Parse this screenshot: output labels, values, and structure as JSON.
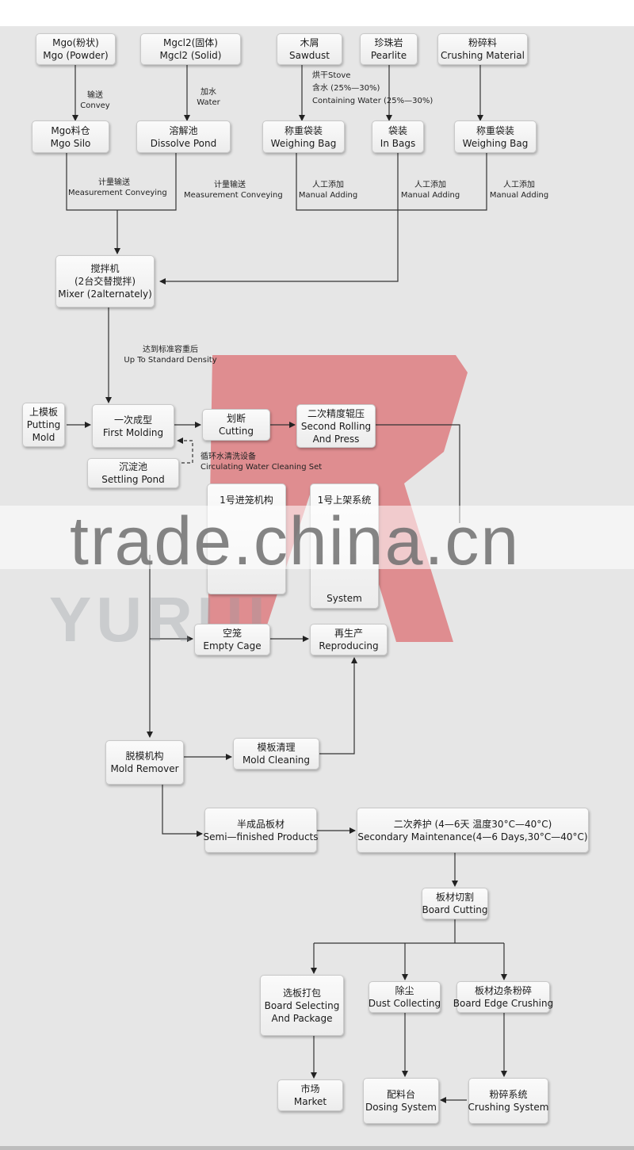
{
  "nodes": {
    "mgo_powder": {
      "cn": "Mgo(粉状)",
      "en": "Mgo  (Powder)"
    },
    "mgcl2_solid": {
      "cn": "Mgcl2(固体)",
      "en": "Mgcl2  (Solid)"
    },
    "sawdust": {
      "cn": "木屑",
      "en": "Sawdust"
    },
    "pearlite": {
      "cn": "珍珠岩",
      "en": "Pearlite"
    },
    "crushing_material": {
      "cn": "粉碎料",
      "en": "Crushing Material"
    },
    "mgo_silo": {
      "cn": "Mgo料仓",
      "en": "Mgo  Silo"
    },
    "dissolve_pond": {
      "cn": "溶解池",
      "en": "Dissolve  Pond"
    },
    "weighing_bag_1": {
      "cn": "称重袋装",
      "en": "Weighing  Bag"
    },
    "in_bags": {
      "cn": "袋装",
      "en": "In  Bags"
    },
    "weighing_bag_2": {
      "cn": "称重袋装",
      "en": "Weighing  Bag"
    },
    "mixer": {
      "cn": "搅拌机",
      "cn2": "(2台交替搅拌)",
      "en": "Mixer  (2alternately)"
    },
    "putting_mold": {
      "cn": "上模板",
      "en": "Putting",
      "en2": "Mold"
    },
    "first_molding": {
      "cn": "一次成型",
      "en": "First  Molding"
    },
    "cutting": {
      "cn": "划断",
      "en": "Cutting"
    },
    "second_rolling": {
      "cn": "二次精度辊压",
      "en": "Second  Rolling",
      "en2": "And  Press"
    },
    "settling_pond": {
      "cn": "沉淀池",
      "en": "Settling  Pond"
    },
    "cage_entry": {
      "cn": "1号进笼机构"
    },
    "rack_system": {
      "cn": "1号上架系统",
      "en": "System"
    },
    "empty_cage": {
      "cn": "空笼",
      "en": "Empty  Cage"
    },
    "reproducing": {
      "cn": "再生产",
      "en": "Reproducing"
    },
    "mold_remover": {
      "cn": "脱模机构",
      "en": "Mold  Remover"
    },
    "mold_cleaning": {
      "cn": "模板清理",
      "en": "Mold  Cleaning"
    },
    "semi_finished": {
      "cn": "半成品板材",
      "en": "Semi—finished  Products"
    },
    "secondary_maintenance": {
      "cn": "二次养护 (4—6天  温度30°C—40°C)",
      "en": "Secondary  Maintenance(4—6  Days,30°C—40°C)"
    },
    "board_cutting": {
      "cn": "板材切割",
      "en": "Board  Cutting"
    },
    "board_selecting": {
      "cn": "选板打包",
      "en": "Board  Selecting",
      "en2": "And  Package"
    },
    "dust_collecting": {
      "cn": "除尘",
      "en": "Dust  Collecting"
    },
    "edge_crushing": {
      "cn": "板材边条粉碎",
      "en": "Board  Edge  Crushing"
    },
    "market": {
      "cn": "市场",
      "en": "Market"
    },
    "dosing_system": {
      "cn": "配料台",
      "en": "Dosing  System"
    },
    "crushing_system": {
      "cn": "粉碎系统",
      "en": "Crushing  System"
    }
  },
  "labels": {
    "convey": {
      "cn": "输送",
      "en": "Convey"
    },
    "water": {
      "cn": "加水",
      "en": "Water"
    },
    "stove": {
      "cn": "烘干Stove",
      "cn2": "含水 (25%—30%)",
      "en": "Containing  Water  (25%—30%)"
    },
    "measure_1": {
      "cn": "计量输送",
      "en": "Measurement  Conveying"
    },
    "measure_2": {
      "cn": "计量输送",
      "en": "Measurement  Conveying"
    },
    "manual_1": {
      "cn": "人工添加",
      "en": "Manual  Adding"
    },
    "manual_2": {
      "cn": "人工添加",
      "en": "Manual  Adding"
    },
    "manual_3": {
      "cn": "人工添加",
      "en": "Manual  Adding"
    },
    "density": {
      "cn": "达到标准容重后",
      "en": "Up  To  Standard  Density"
    },
    "water_cleaning": {
      "cn": "循环水清洗设备",
      "en": "Circulating  Water  Cleaning  Set"
    }
  },
  "watermark": {
    "site": "trade.china.cn",
    "brand": "YURUI"
  }
}
